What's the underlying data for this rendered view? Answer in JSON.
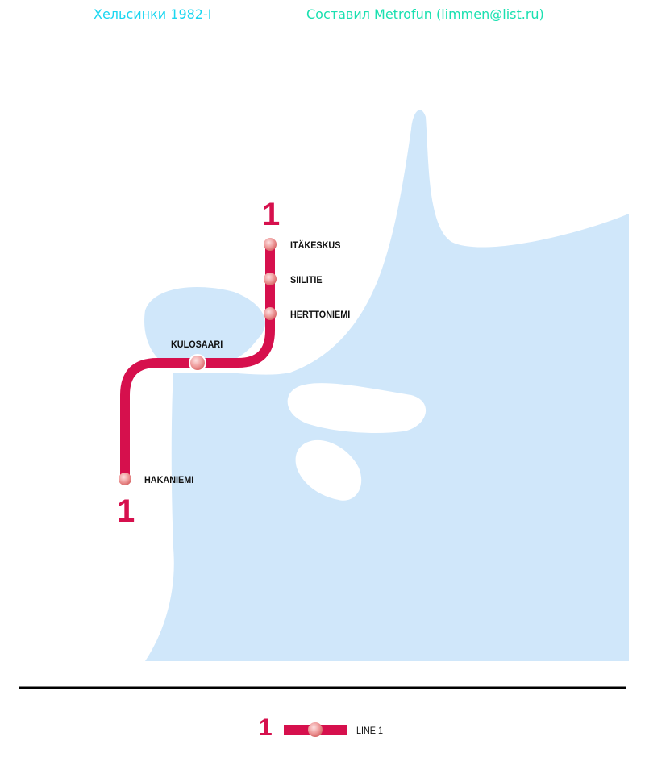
{
  "header": {
    "title": "Хельсинки 1982-I",
    "credit": "Составил Metrofun (limmen@list.ru)"
  },
  "colors": {
    "water": "#d0e7fa",
    "line1": "#d6104d",
    "station": "#f0a0a0"
  },
  "lines": [
    {
      "number": "1",
      "name": "LINE 1"
    }
  ],
  "stations": [
    "ITÄKESKUS",
    "SIILITIE",
    "HERTTONIEMI",
    "KULOSAARI",
    "HAKANIEMI"
  ],
  "legend": {
    "number": "1",
    "label": "LINE 1"
  }
}
